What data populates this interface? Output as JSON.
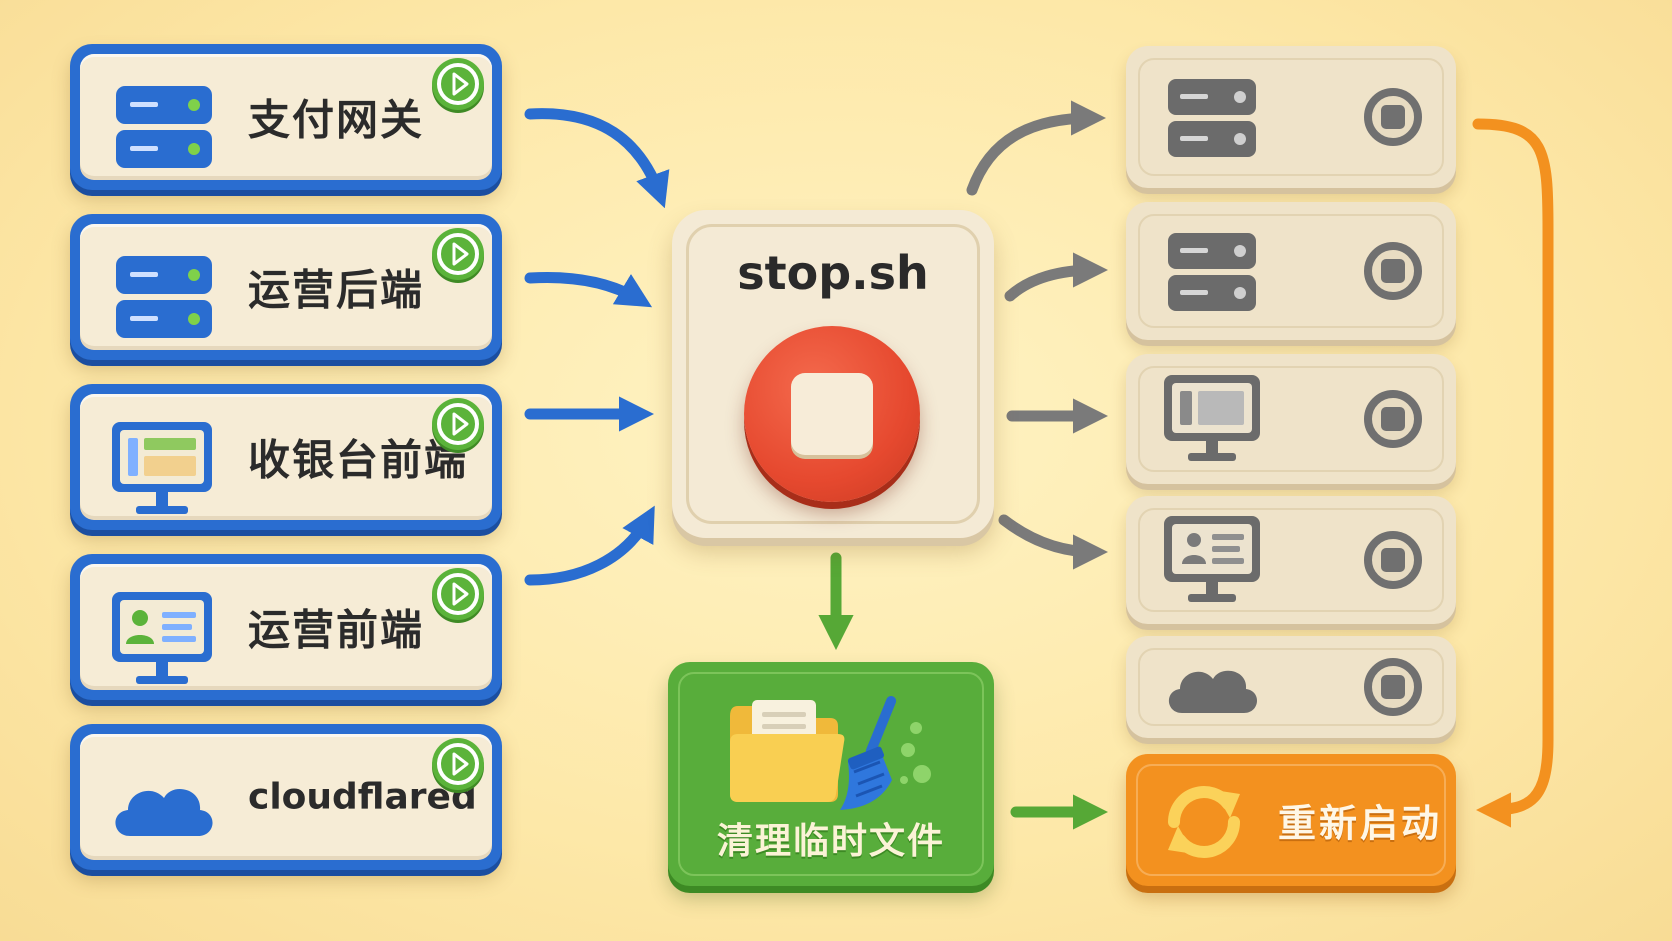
{
  "hub": {
    "title": "stop.sh"
  },
  "services": [
    {
      "label": "支付网关",
      "icon": "server-icon"
    },
    {
      "label": "运营后端",
      "icon": "server-icon"
    },
    {
      "label": "收银台前端",
      "icon": "monitor-icon"
    },
    {
      "label": "运营前端",
      "icon": "monitor-user-icon"
    },
    {
      "label": "cloudflared",
      "icon": "cloud-icon"
    }
  ],
  "cleanup": {
    "label": "清理临时文件",
    "icon": "folder-broom-icon"
  },
  "restart": {
    "label": "重新启动",
    "icon": "refresh-icon"
  },
  "stopped_services": [
    {
      "icon": "server-icon",
      "state": "stopped"
    },
    {
      "icon": "server-icon",
      "state": "stopped"
    },
    {
      "icon": "monitor-icon",
      "state": "stopped"
    },
    {
      "icon": "monitor-user-icon",
      "state": "stopped"
    },
    {
      "icon": "cloud-icon",
      "state": "stopped"
    }
  ],
  "colors": {
    "running": "#2a6dd0",
    "play": "#5bb33a",
    "stop": "#e6492f",
    "stopped": "#707070",
    "cleanup": "#58ad3b",
    "restart": "#f3911f"
  }
}
